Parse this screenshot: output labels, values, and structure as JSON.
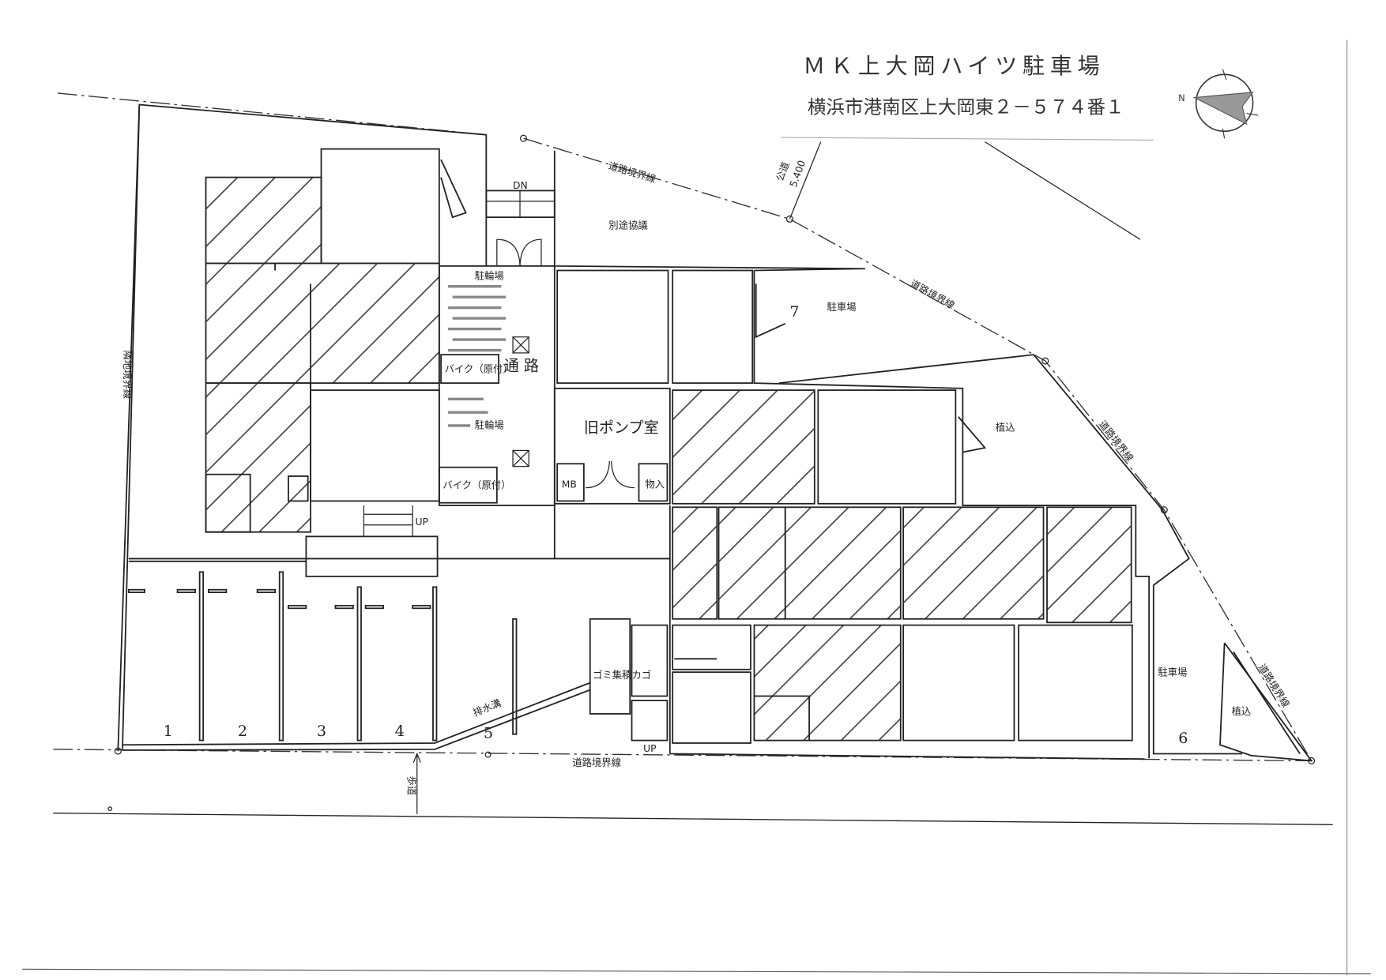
{
  "title": "ＭＫ上大岡ハイツ駐車場",
  "address": "横浜市港南区上大岡東２－５７４番１",
  "compass": {
    "north_label": "N",
    "icon": "north-arrow-icon"
  },
  "boundary_labels": {
    "road_boundary": "道路境界線",
    "neighbor_boundary": "隣地境界線",
    "public_road": "公道",
    "public_road_width": "5.400",
    "sidewalk": "歩道"
  },
  "areas": {
    "separate_consultation": "別途協議",
    "parking": "駐車場",
    "planting": "植込",
    "bicycle_parking": "駐輪場",
    "bike_moped": "バイク（原付）",
    "passage": "通 路",
    "old_pump_room": "旧ポンプ室",
    "mb": "MB",
    "storage": "物入",
    "garbage": "ゴミ集積カゴ",
    "drain": "排水溝",
    "stairs_down": "DN",
    "stairs_up": "UP"
  },
  "parking_spaces": [
    "1",
    "2",
    "3",
    "4",
    "5",
    "6",
    "7"
  ]
}
